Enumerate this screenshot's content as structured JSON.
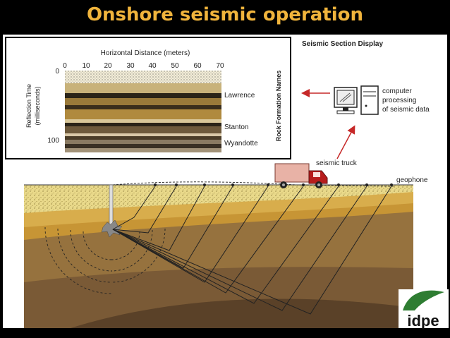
{
  "slide": {
    "title": "Onshore seismic operation"
  },
  "section_display": {
    "heading": "Seismic Section Display",
    "x_axis_label": "Horizontal Distance (meters)",
    "x_ticks": [
      "0",
      "10",
      "20",
      "30",
      "40",
      "50",
      "60",
      "70"
    ],
    "y_axis_label_1": "Reflection Time",
    "y_axis_label_2": "(milliseconds)",
    "y_ticks": [
      "0",
      "100"
    ],
    "formation_axis_label": "Rock Formation Names",
    "formations": [
      "Lawrence",
      "Stanton",
      "Wyandotte"
    ]
  },
  "processing": {
    "line1": "computer",
    "line2": "processing",
    "line3": "of seismic data"
  },
  "labels": {
    "truck": "seismic truck",
    "geophone": "geophone"
  },
  "logo": {
    "text": "idpe"
  },
  "colors": {
    "title": "#f0b43c",
    "arrow": "#c62828",
    "truck_body": "#e8b2a6",
    "truck_cab": "#b71c1c",
    "logo_green": "#2e7d32"
  }
}
